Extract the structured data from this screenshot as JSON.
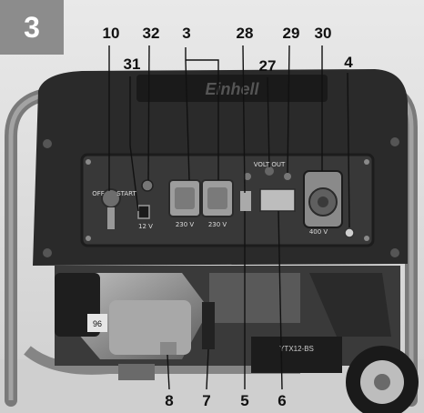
{
  "figure_number": "3",
  "callouts": {
    "c10": "10",
    "c32": "32",
    "c3": "3",
    "c28": "28",
    "c29": "29",
    "c30": "30",
    "c31": "31",
    "c27": "27",
    "c4": "4",
    "c8": "8",
    "c7": "7",
    "c5": "5",
    "c6": "6"
  },
  "panel_text": {
    "switch_off": "OFF",
    "switch_start": "START",
    "dc_out": "12 V",
    "socket_left": "230 V",
    "socket_mid": "230 V",
    "socket_cee": "400 V",
    "voltmeter": "VOLT OUT",
    "brand": "Einhell"
  },
  "battery_text": {
    "model": "YTX12-BS",
    "fuel_label": "96"
  }
}
